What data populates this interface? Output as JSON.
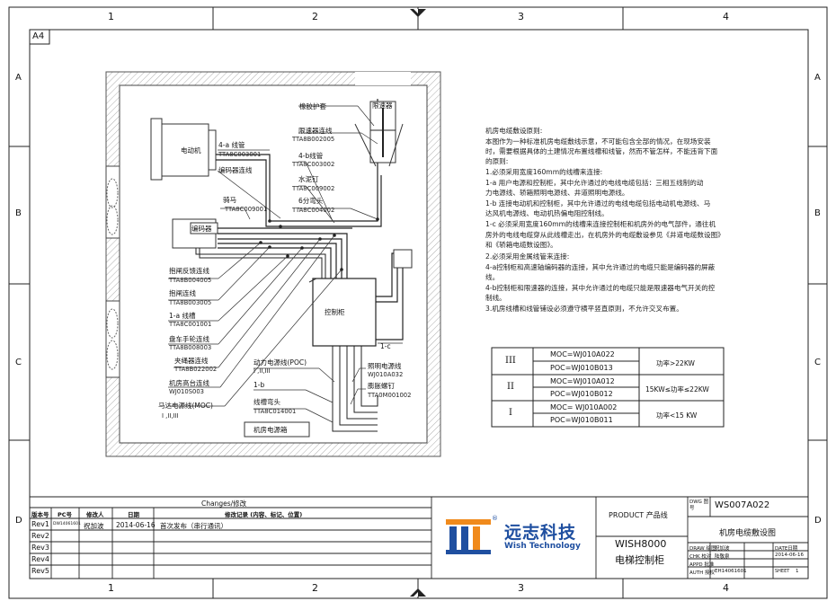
{
  "frame": {
    "columns_top": [
      "1",
      "2",
      "3",
      "4"
    ],
    "columns_bottom": [
      "1",
      "2",
      "3",
      "4"
    ],
    "rows": [
      "A",
      "B",
      "C",
      "D"
    ],
    "sheet_size": "A4"
  },
  "diagram": {
    "motor": "电动机",
    "encoder": "编码器",
    "controller": "控制柜",
    "speed_limiter": "限速器",
    "rubber_sleeve": "橡胶护套",
    "machine_power_box": "机房电源箱",
    "labels": {
      "tube_4a": "4-a 线管",
      "tube_4a_code": "TTA8C003001",
      "encoder_cable": "编码器连线",
      "saddle": "骑马",
      "saddle_code": "TTA8C009001",
      "limiter_cable": "限速器连线",
      "limiter_cable_code": "TTA8B002005",
      "tube_4b": "4-b线管",
      "tube_4b_code": "TTA8C003002",
      "cement_nail": "水泥钉",
      "cement_nail_code": "TTA8C009002",
      "bend_6": "6分弯头",
      "bend_6_code": "TTA8C004002",
      "brake_feedback": "抱闸反馈连线",
      "brake_feedback_code": "TTA8B004005",
      "brake_cable": "抱闸连线",
      "brake_cable_code": "TTA8B003005",
      "trough_1a": "1-a 线槽",
      "trough_1a_code": "TTA8C001001",
      "handwheel": "盘车手轮连线",
      "handwheel_code": "TTA8B008003",
      "rope_clamp": "夹绳器连线",
      "rope_clamp_code": "TTA8B022002",
      "platform_cable": "机房高台连线",
      "platform_cable_code": "WJ010S003",
      "motor_power": "马达电源线(MOC)",
      "motor_power_sub": "I ,II,III",
      "power_poc": "动力电源线(POC)",
      "power_poc_sub": "I ,II,III",
      "lighting": "照明电源线",
      "lighting_code": "WJ010A032",
      "expansion_nail": "膨胀螺钉",
      "expansion_nail_code": "TTA0M001002",
      "label_1b": "1-b",
      "trough_bend": "线槽弯头",
      "trough_bend_code": "TTA8C014001",
      "label_1c": "1-c"
    }
  },
  "notes": {
    "lines": [
      "机房电缆敷设原则:",
      "    本图作为一种标准机房电缆敷线示意，不可能包含全部的情况，在现场安装",
      "时，需要根据具体的土建情况布置线槽和线管，然而不管怎样，不能违背下面",
      "的原则:",
      "1.必须采用宽度160mm的线槽来连接:",
      "      1-a 用户电源和控制柜，其中允许通过的电线电缆包括：三相五线制的动",
      "力电源线、轿箱照明电源线、井道照明电源线。",
      "      1-b 连接电动机和控制柜，其中允许通过的电线电缆包括电动机电源线、马",
      "达风机电源线、电动机热偏电阻控制线。",
      "      1-c 必须采用宽度160mm的线槽来连接控制柜和机房外的电气部件，通往机",
      "房外的电线电缆穿从此线槽走出，在机房外的电缆敷设参见《井道电缆数设图》",
      "和《轿箱电缆数设图》。",
      "2.必须采用金属线管来连接:",
      "      4-a控制柜和高速轴编码器的连接，其中允许通过的电缆只能是编码器的屏蔽",
      "线。",
      "      4-b控制柜和限速器的连接，其中允许通过的电缆只能是限速器电气开关的控",
      "制线。",
      "   3.机房线槽和线管铺设必须遵守横平竖直原则，不允许交叉布置。"
    ]
  },
  "power_table": [
    {
      "level": "III",
      "moc": "MOC=WJ010A022",
      "poc": "POC=WJ010B013",
      "power": "功率>22KW"
    },
    {
      "level": "II",
      "moc": "MOC=WJ010A012",
      "poc": "POC=WJ010B012",
      "power": "15KW≤功率≤22KW"
    },
    {
      "level": "I",
      "moc": "MOC= WJ010A002",
      "poc": "POC=WJ010B011",
      "power": "功率<15 KW"
    }
  ],
  "changes": {
    "title": "Changes/修改",
    "headers": [
      "版本号",
      "PC号",
      "修改人",
      "日期",
      "修改记录 (内容、标记、位置)"
    ],
    "rows": [
      {
        "rev": "Rev1",
        "pc": "DW14061601",
        "person": "祝加波",
        "date": "2014-06-16",
        "record": "首次发布（串行通讯）"
      },
      {
        "rev": "Rev2",
        "pc": "",
        "person": "",
        "date": "",
        "record": ""
      },
      {
        "rev": "Rev3",
        "pc": "",
        "person": "",
        "date": "",
        "record": ""
      },
      {
        "rev": "Rev4",
        "pc": "",
        "person": "",
        "date": "",
        "record": ""
      },
      {
        "rev": "Rev5",
        "pc": "",
        "person": "",
        "date": "",
        "record": ""
      }
    ]
  },
  "company": {
    "name_cn": "远志科技",
    "name_en": "Wish Technology",
    "registered": "®",
    "color_orange": "#f08a1c",
    "color_blue": "#1f4fa0"
  },
  "title_block": {
    "product_label": "PRODUCT  产品线",
    "product_name": "WISH8000",
    "product_cn": "电梯控制柜",
    "dwg_label": "DWG 图号",
    "dwg_no": "WS007A022",
    "drawing_title": "机房电缆敷设图",
    "draw_label": "DRAW 绘图",
    "draw_name": "祝加波",
    "chk_label": "CHK  校对",
    "chk_name": "陆敬泉",
    "appd_label": "APPD 批准",
    "appd_name": "",
    "auth_label": "AUTH 授权",
    "auth_code": "EH14061601",
    "date_label": "DATE日期",
    "date": "2014-06-16",
    "sheet_label": "SHEET",
    "sheet_no": "1"
  }
}
